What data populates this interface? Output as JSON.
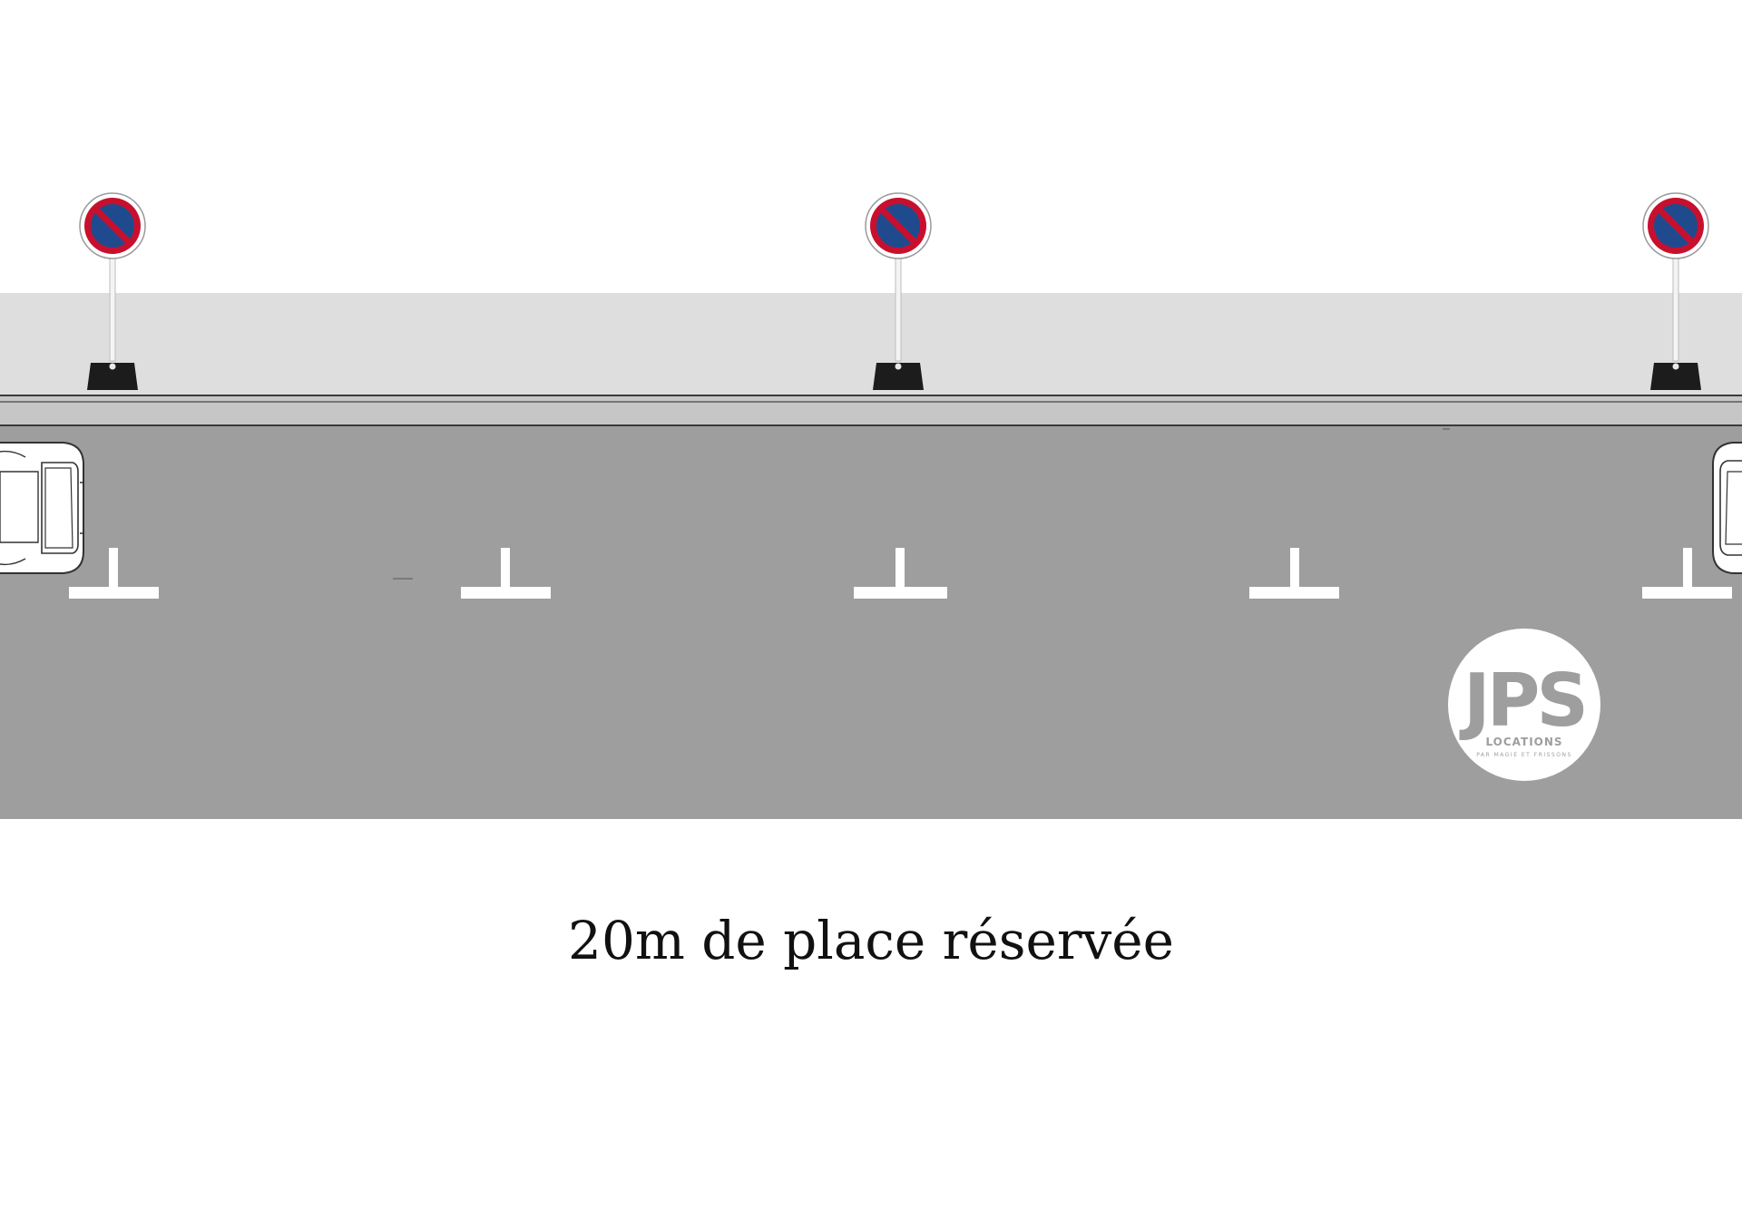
{
  "caption": "20m de place réservée",
  "logo": {
    "mark": "JPS",
    "name": "LOCATIONS",
    "tagline": "PAR MAGIE ET FRISSONS"
  },
  "signs": {
    "count": 3,
    "icon": "no-parking-sign-icon"
  },
  "colors": {
    "sidewalk": "#dedede",
    "road": "#9e9e9e",
    "curb": "#c6c6c6",
    "marking": "#ffffff",
    "sign_blue": "#1f4b8e",
    "sign_red": "#c8102e",
    "sign_base": "#1c1c1c",
    "logo_disc": "#ffffff",
    "logo_text": "#9e9e9e"
  }
}
